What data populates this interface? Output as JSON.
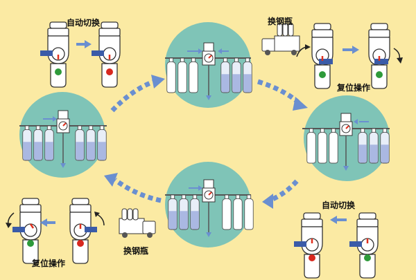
{
  "labels": {
    "auto_switch": "自动切换",
    "change_bottle": "换钢瓶",
    "reset_operation": "复位操作"
  },
  "colors": {
    "background": "#fbeaa3",
    "circle": "#7fc4b7",
    "flow_arrow": "#6a8fd0",
    "pipe": "#4a62b0",
    "valve_handle": "#3a5ba8",
    "indicator_green": "#2e9a3a",
    "indicator_red": "#d8281e",
    "red_dial": "#e0301e"
  },
  "icons": [
    "regulator-icon",
    "gas-cylinder-icon",
    "truck-icon",
    "cycle-arrow-icon",
    "rotate-arrow-icon"
  ]
}
